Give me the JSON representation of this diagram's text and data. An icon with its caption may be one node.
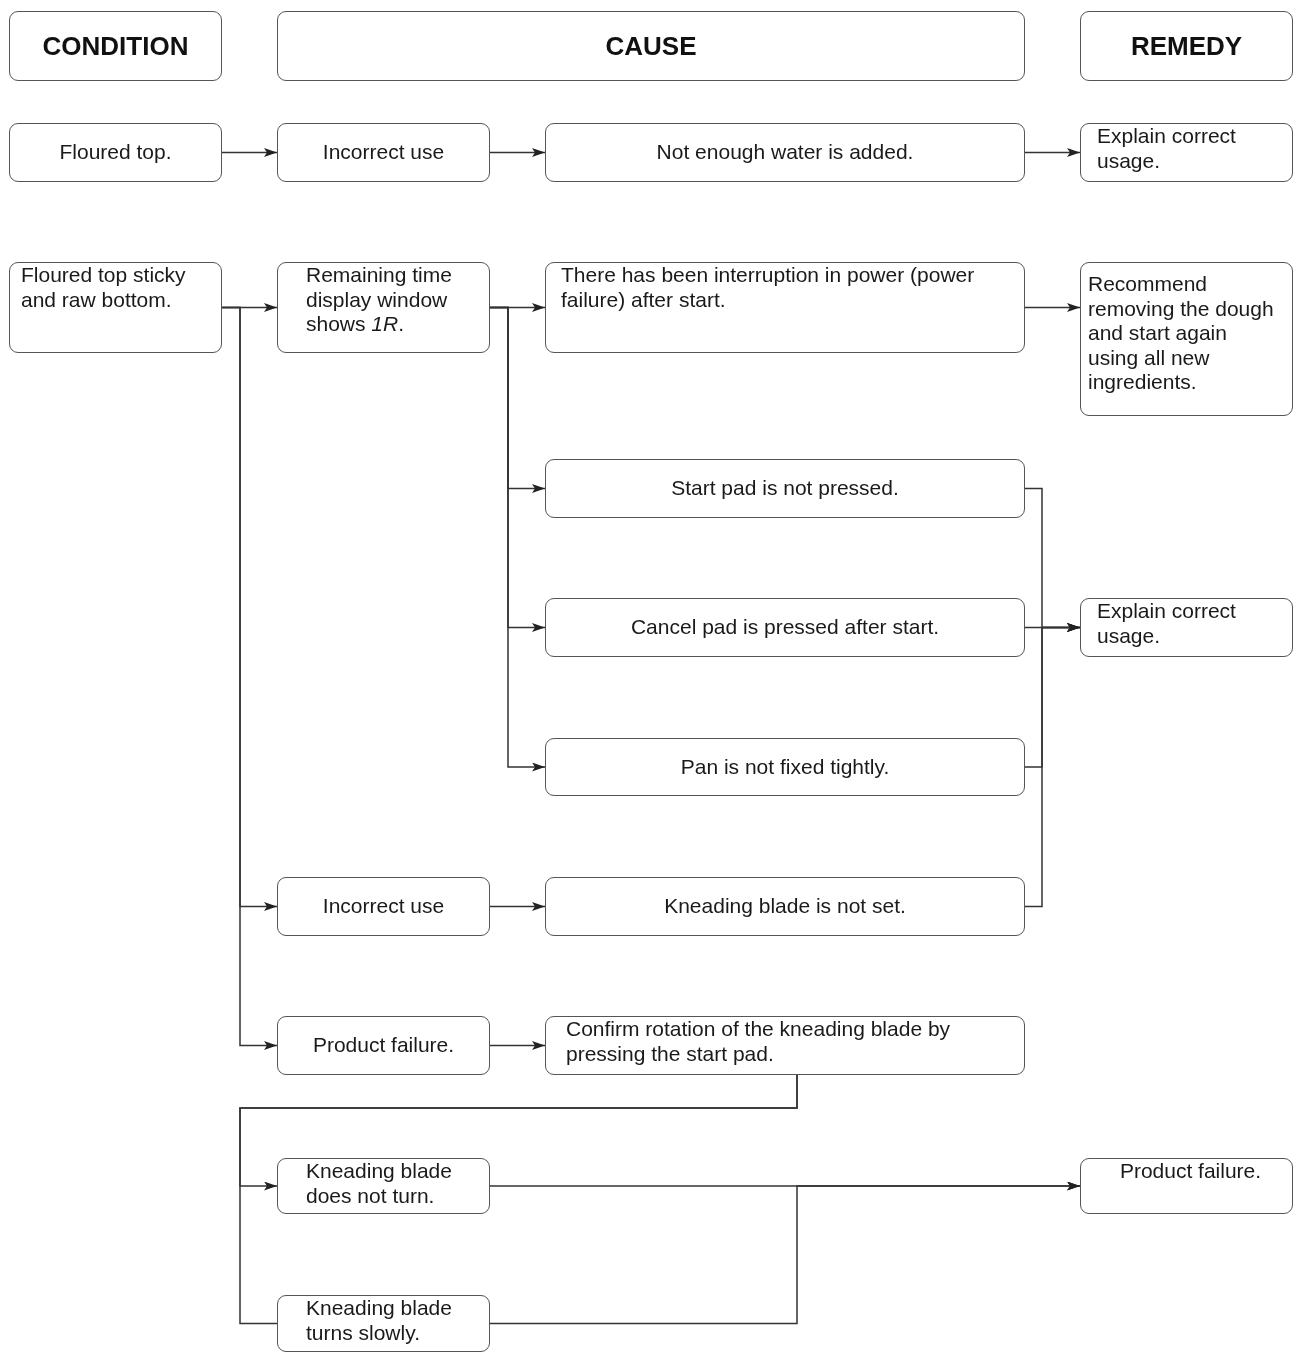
{
  "diagram": {
    "nodes": [
      {
        "text": [
          "CONDITION"
        ]
      },
      {
        "text": [
          "CAUSE"
        ]
      },
      {
        "text": [
          "REMEDY"
        ]
      },
      {
        "text": [
          "Floured top."
        ]
      },
      {
        "text": [
          "Incorrect use"
        ]
      },
      {
        "text": [
          "Not enough water is added."
        ]
      },
      {
        "text": [
          "Explain correct usage."
        ]
      },
      {
        "text": [
          "Floured top sticky and raw bottom."
        ]
      },
      {
        "text": [
          "Remaining time display window shows *1R*."
        ]
      },
      {
        "text": [
          "There has been interruption in power (power failure) after start."
        ]
      },
      {
        "text": [
          "Recommend removing the dough and start again using all new ingredients."
        ]
      },
      {
        "text": [
          "Start pad is not pressed."
        ]
      },
      {
        "text": [
          "Cancel pad is pressed after start."
        ]
      },
      {
        "text": [
          "Explain correct usage."
        ]
      },
      {
        "text": [
          "Pan is not fixed tightly."
        ]
      },
      {
        "text": [
          "Incorrect use"
        ]
      },
      {
        "text": [
          "Kneading blade is not set."
        ]
      },
      {
        "text": [
          "Product failure."
        ]
      },
      {
        "text": [
          "Confirm rotation of the kneading blade by pressing the start pad."
        ]
      },
      {
        "text": [
          "Kneading blade does not turn."
        ]
      },
      {
        "text": [
          "Product failure."
        ]
      },
      {
        "text": [
          "Kneading blade turns slowly."
        ]
      }
    ],
    "edges": [
      {
        "from": 3,
        "to": 4,
        "arrow": "to"
      },
      {
        "from": 4,
        "to": 5,
        "arrow": "to"
      },
      {
        "from": 5,
        "to": 6,
        "arrow": "to"
      },
      {
        "from": 7,
        "to": 8,
        "arrow": "to"
      },
      {
        "from": 7,
        "to": 15,
        "arrow": "to"
      },
      {
        "from": 7,
        "to": 17,
        "arrow": "to"
      },
      {
        "from": 8,
        "to": 9,
        "arrow": "to"
      },
      {
        "from": 8,
        "to": 11,
        "arrow": "to"
      },
      {
        "from": 8,
        "to": 12,
        "arrow": "to"
      },
      {
        "from": 8,
        "to": 14,
        "arrow": "to"
      },
      {
        "from": 9,
        "to": 10,
        "arrow": "to"
      },
      {
        "from": 11,
        "to": 13,
        "arrow": "to"
      },
      {
        "from": 12,
        "to": 13,
        "arrow": "to"
      },
      {
        "from": 14,
        "to": 13,
        "arrow": "to"
      },
      {
        "from": 16,
        "to": 13,
        "arrow": "to"
      },
      {
        "from": 15,
        "to": 16,
        "arrow": "to"
      },
      {
        "from": 17,
        "to": 18,
        "arrow": "to"
      },
      {
        "from": 18,
        "to": 19,
        "arrow": "to"
      },
      {
        "from": 18,
        "to": 21,
        "arrow": "none"
      },
      {
        "from": 19,
        "to": 20,
        "arrow": "to"
      },
      {
        "from": 21,
        "to": 20,
        "arrow": "to"
      }
    ]
  }
}
